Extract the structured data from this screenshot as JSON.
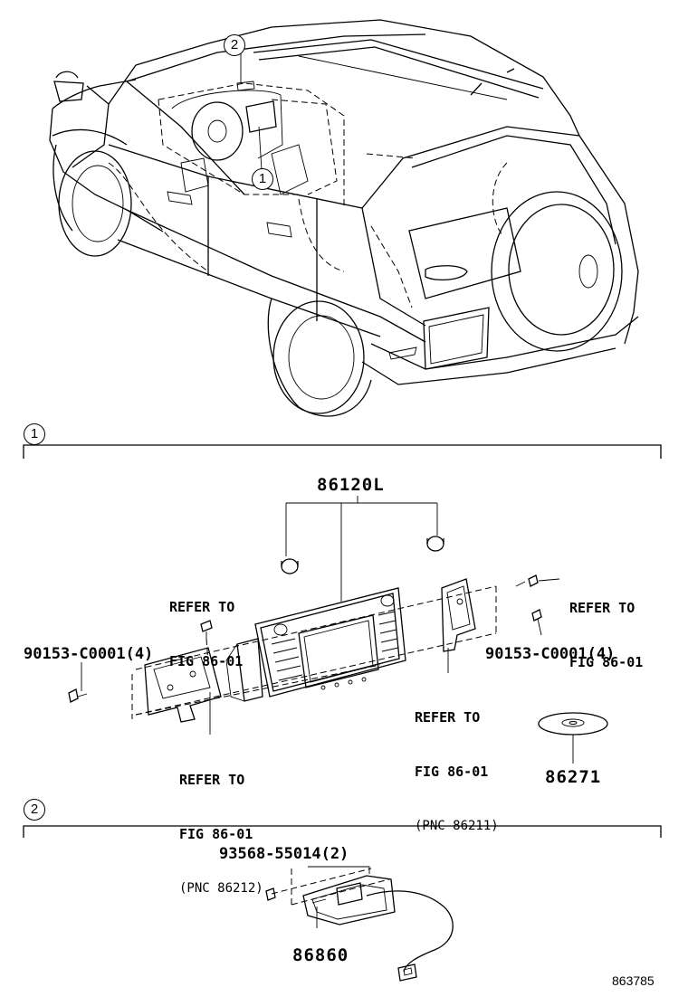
{
  "diagram_id": "863785",
  "vehicle": {
    "callout_1": "1",
    "callout_2": "2"
  },
  "section_1": {
    "marker": "1",
    "parts": {
      "main_unit": "86120L",
      "screw_left": "90153-C0001(4)",
      "screw_right": "90153-C0001(4)",
      "disc": "86271"
    },
    "notes": {
      "top_left": [
        "REFER TO",
        "FIG 86-01"
      ],
      "top_right": [
        "REFER TO",
        "FIG 86-01"
      ],
      "bottom_left": [
        "REFER TO",
        "FIG 86-01",
        "(PNC 86212)"
      ],
      "mid_right": [
        "REFER TO",
        "FIG 86-01",
        "(PNC 86211)"
      ]
    }
  },
  "section_2": {
    "marker": "2",
    "parts": {
      "screw": "93568-55014(2)",
      "module": "86860"
    }
  }
}
